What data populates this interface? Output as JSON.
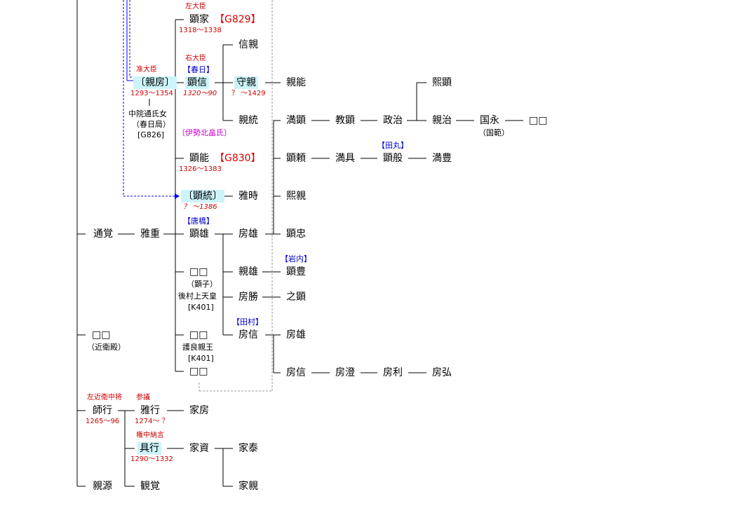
{
  "persons": {
    "akiie": "顕家",
    "nobuchika": "信親",
    "chikafusa": "〔親房〕",
    "akinobu": "顕信",
    "morichika": "守親",
    "chikayoshi": "親能",
    "hiroaki": "熙顕",
    "chikamune": "親統",
    "mitsuaki": "満顕",
    "noriaki": "教顕",
    "masaharu": "政治",
    "chikaharu": "親治",
    "kuninaga": "国永",
    "unknown_kuninaga": "□□",
    "akiyoshi": "顕能",
    "akiyori": "顕頼",
    "mitsutomo": "満具",
    "akimasa": "顕般",
    "mitsutoyo": "満豊",
    "akimune": "〔顕統〕",
    "masatoki": "雅時",
    "hirochika": "熙親",
    "tsugaku": "通覚",
    "masashige": "雅重",
    "akio": "顕雄",
    "fusao": "房雄",
    "akitada": "顕忠",
    "unknown_akiko": "□□",
    "chikao": "親雄",
    "akitoyo": "顕豊",
    "fusakatsu": "房勝",
    "yukiaki": "之顕",
    "unknown_konoe": "□□",
    "unknown_morinaga": "□□",
    "fusanobu": "房信",
    "fusao2": "房雄",
    "unknown_last": "□□",
    "fusanobu2": "房信",
    "fusasumi": "房澄",
    "fusatoshi": "房利",
    "fusahiro": "房弘",
    "moroyuki": "師行",
    "masayuki": "雅行",
    "iefusa": "家房",
    "tomoyuki": "具行",
    "iesuke": "家資",
    "ieyasu": "家泰",
    "chikamoto": "親源",
    "kankaku": "観覚",
    "iechika": "家親"
  },
  "titles": {
    "sadaijin": "左大臣",
    "udaijin": "右大臣",
    "jundaijin": "准大臣",
    "sakonoe": "左近衛中将",
    "sangi": "参議",
    "gonchunagon": "権中納言"
  },
  "dates": {
    "akiie": "1318〜1338",
    "chikafusa": "1293〜1354",
    "akinobu": "1320〜90",
    "morichika": "？ 〜1429",
    "akiyoshi": "1326〜1383",
    "akimune": "？ 〜1386",
    "moroyuki": "1265〜96",
    "masayuki": "1274〜 ？",
    "tomoyuki": "1290〜1332"
  },
  "houses": {
    "kasuga": "【春日】",
    "ise_kitabatake": "〔伊勢北畠氏〕",
    "tamaru": "【田丸】",
    "karahashi": "【唐橋】",
    "iwauchi": "【岩内】",
    "tamura": "【田村】"
  },
  "codes": {
    "g829": "【G829】",
    "g830": "【G830】"
  },
  "notes": {
    "chikafusa_wife_1": "中院通氏女",
    "chikafusa_wife_2": "（春日局）",
    "chikafusa_wife_3": "[G826]",
    "kuninaga_alias": "（国範）",
    "akiko_1": "（顕子）",
    "akiko_2": "後村上天皇",
    "akiko_3": "[K401]",
    "konoe": "（近衛殿）",
    "morinaga_1": "護良親王",
    "morinaga_2": "[K401]"
  },
  "colors": {
    "highlight": "#ccf4fa",
    "title_red": "#cc0000",
    "house_blue": "#0000cc",
    "house_magenta": "#cc00cc",
    "adoption_arrow": "#0000ff",
    "bracket_gray": "#999999"
  }
}
